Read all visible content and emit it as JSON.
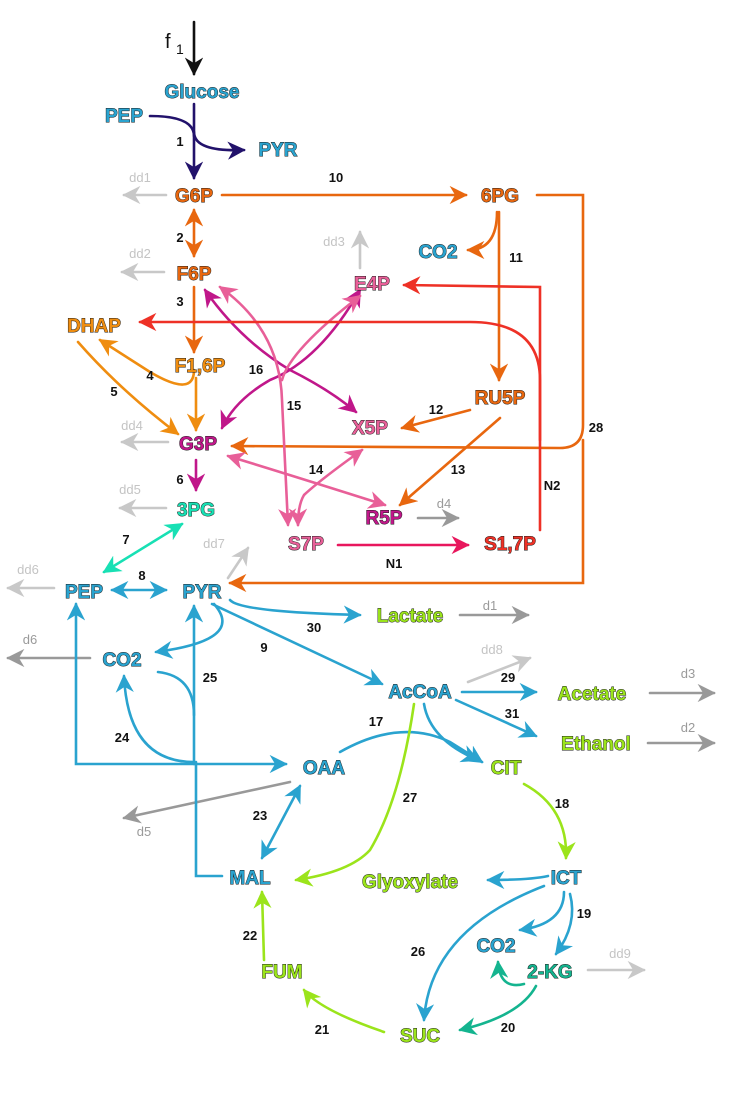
{
  "colors": {
    "glycolysis": "#e8670f",
    "dhap_branch": "#ef8d10",
    "g3p_node": "#c0178a",
    "ppp_pink": "#e85f98",
    "ppp_red": "#ee3126",
    "teal_blue": "#2aa3cf",
    "lime": "#9be41b",
    "teal_green": "#14b48f",
    "cyan_green": "#18e0b4",
    "dark_navy": "#22126b",
    "gray": "#999999",
    "light_gray": "#c8c8c8",
    "crimson": "#e8175d"
  },
  "metabolites": {
    "glucose": "Glucose",
    "pep_top": "PEP",
    "pyr_top": "PYR",
    "g6p": "G6P",
    "pg6": "6PG",
    "co2_ppp": "CO2",
    "f6p": "F6P",
    "e4p": "E4P",
    "dhap": "DHAP",
    "f16p": "F1,6P",
    "ru5p": "RU5P",
    "g3p": "G3P",
    "x5p": "X5P",
    "pg3": "3PG",
    "r5p": "R5P",
    "s7p": "S7P",
    "s17p": "S1,7P",
    "pep": "PEP",
    "pyr": "PYR",
    "lactate": "Lactate",
    "co2_mid": "CO2",
    "accoa": "AcCoA",
    "acetate": "Acetate",
    "ethanol": "Ethanol",
    "oaa": "OAA",
    "cit": "CIT",
    "mal": "MAL",
    "glyoxylate": "Glyoxylate",
    "ict": "ICT",
    "co2_tca": "CO2",
    "fum": "FUM",
    "kg2": "2-KG",
    "suc": "SUC"
  },
  "flux_in": {
    "f": "f",
    "sub": "1"
  },
  "reactions": {
    "r1": "1",
    "r2": "2",
    "r3": "3",
    "r4": "4",
    "r5": "5",
    "r6": "6",
    "r7": "7",
    "r8": "8",
    "r9": "9",
    "r10": "10",
    "r11": "11",
    "r12": "12",
    "r13": "13",
    "r14": "14",
    "r15": "15",
    "r16": "16",
    "r17": "17",
    "r18": "18",
    "r19": "19",
    "r20": "20",
    "r21": "21",
    "r22": "22",
    "r23": "23",
    "r24": "24",
    "r25": "25",
    "r26": "26",
    "r27": "27",
    "r28": "28",
    "r29": "29",
    "r30": "30",
    "r31": "31",
    "n1": "N1",
    "n2": "N2"
  },
  "drains": {
    "dd1": "dd1",
    "dd2": "dd2",
    "dd3": "dd3",
    "dd4": "dd4",
    "dd5": "dd5",
    "dd6": "dd6",
    "dd7": "dd7",
    "dd8": "dd8",
    "dd9": "dd9",
    "d1": "d1",
    "d2": "d2",
    "d3": "d3",
    "d4": "d4",
    "d5": "d5",
    "d6": "d6"
  }
}
